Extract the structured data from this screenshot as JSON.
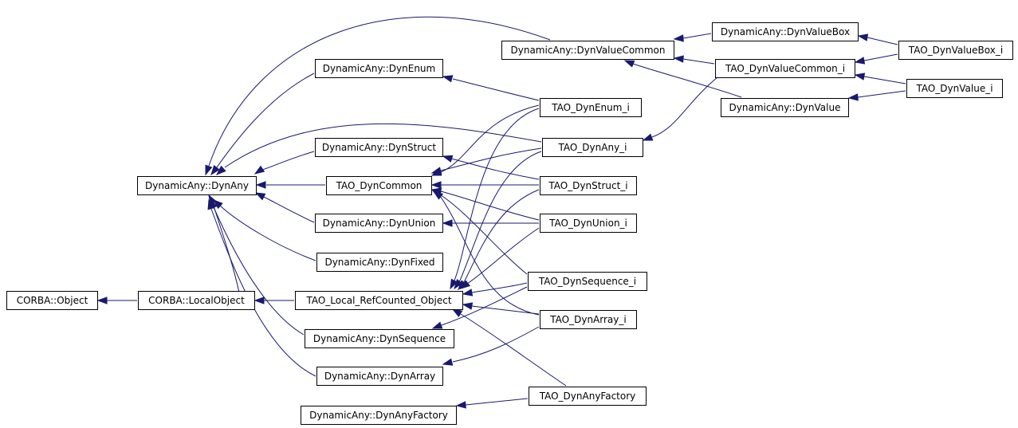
{
  "diagram": {
    "type": "class-inheritance-graph",
    "edge_color": "#191970",
    "node_border_color": "#000000",
    "nodes": [
      {
        "id": "corba_object",
        "label": "CORBA::Object"
      },
      {
        "id": "corba_localobject",
        "label": "CORBA::LocalObject"
      },
      {
        "id": "tao_local_refcounted",
        "label": "TAO_Local_RefCounted_Object"
      },
      {
        "id": "dynany",
        "label": "DynamicAny::DynAny"
      },
      {
        "id": "dynenum",
        "label": "DynamicAny::DynEnum"
      },
      {
        "id": "dynstruct",
        "label": "DynamicAny::DynStruct"
      },
      {
        "id": "tao_dyncommon",
        "label": "TAO_DynCommon"
      },
      {
        "id": "dynunion",
        "label": "DynamicAny::DynUnion"
      },
      {
        "id": "dynfixed",
        "label": "DynamicAny::DynFixed"
      },
      {
        "id": "dynsequence",
        "label": "DynamicAny::DynSequence"
      },
      {
        "id": "dynarray",
        "label": "DynamicAny::DynArray"
      },
      {
        "id": "dynanyfactory",
        "label": "DynamicAny::DynAnyFactory"
      },
      {
        "id": "dynvaluecommon",
        "label": "DynamicAny::DynValueCommon"
      },
      {
        "id": "dynvaluebox",
        "label": "DynamicAny::DynValueBox"
      },
      {
        "id": "dynvalue",
        "label": "DynamicAny::DynValue"
      },
      {
        "id": "tao_dynvaluecommon_i",
        "label": "TAO_DynValueCommon_i"
      },
      {
        "id": "tao_dynvaluebox_i",
        "label": "TAO_DynValueBox_i"
      },
      {
        "id": "tao_dynvalue_i",
        "label": "TAO_DynValue_i"
      },
      {
        "id": "tao_dynenum_i",
        "label": "TAO_DynEnum_i"
      },
      {
        "id": "tao_dynany_i",
        "label": "TAO_DynAny_i"
      },
      {
        "id": "tao_dynstruct_i",
        "label": "TAO_DynStruct_i"
      },
      {
        "id": "tao_dynunion_i",
        "label": "TAO_DynUnion_i"
      },
      {
        "id": "tao_dynsequence_i",
        "label": "TAO_DynSequence_i"
      },
      {
        "id": "tao_dynarray_i",
        "label": "TAO_DynArray_i"
      },
      {
        "id": "tao_dynanyfactory",
        "label": "TAO_DynAnyFactory"
      }
    ],
    "edges": [
      {
        "from": "corba_localobject",
        "to": "corba_object"
      },
      {
        "from": "tao_local_refcounted",
        "to": "corba_localobject"
      },
      {
        "from": "dynany",
        "to": "corba_localobject"
      },
      {
        "from": "dynenum",
        "to": "dynany"
      },
      {
        "from": "dynstruct",
        "to": "dynany"
      },
      {
        "from": "dynunion",
        "to": "dynany"
      },
      {
        "from": "dynfixed",
        "to": "dynany"
      },
      {
        "from": "dynsequence",
        "to": "dynany"
      },
      {
        "from": "dynarray",
        "to": "dynany"
      },
      {
        "from": "tao_dyncommon",
        "to": "dynany"
      },
      {
        "from": "dynvaluecommon",
        "to": "dynany"
      },
      {
        "from": "tao_dynany_i",
        "to": "dynany"
      },
      {
        "from": "dynvaluebox",
        "to": "dynvaluecommon"
      },
      {
        "from": "tao_dynvaluecommon_i",
        "to": "dynvaluecommon"
      },
      {
        "from": "dynvalue",
        "to": "dynvaluecommon"
      },
      {
        "from": "tao_dynvaluebox_i",
        "to": "dynvaluebox"
      },
      {
        "from": "tao_dynvaluebox_i",
        "to": "tao_dynvaluecommon_i"
      },
      {
        "from": "tao_dynvalue_i",
        "to": "tao_dynvaluecommon_i"
      },
      {
        "from": "tao_dynvalue_i",
        "to": "dynvalue"
      },
      {
        "from": "tao_dynvaluecommon_i",
        "to": "tao_dynany_i"
      },
      {
        "from": "tao_dynenum_i",
        "to": "dynenum"
      },
      {
        "from": "tao_dynenum_i",
        "to": "tao_dyncommon"
      },
      {
        "from": "tao_dynenum_i",
        "to": "tao_local_refcounted"
      },
      {
        "from": "tao_dynany_i",
        "to": "tao_dyncommon"
      },
      {
        "from": "tao_dynany_i",
        "to": "tao_local_refcounted"
      },
      {
        "from": "tao_dynstruct_i",
        "to": "dynstruct"
      },
      {
        "from": "tao_dynstruct_i",
        "to": "tao_dyncommon"
      },
      {
        "from": "tao_dynstruct_i",
        "to": "tao_local_refcounted"
      },
      {
        "from": "tao_dynunion_i",
        "to": "dynunion"
      },
      {
        "from": "tao_dynunion_i",
        "to": "tao_dyncommon"
      },
      {
        "from": "tao_dynunion_i",
        "to": "tao_local_refcounted"
      },
      {
        "from": "tao_dynsequence_i",
        "to": "dynsequence"
      },
      {
        "from": "tao_dynsequence_i",
        "to": "tao_dyncommon"
      },
      {
        "from": "tao_dynsequence_i",
        "to": "tao_local_refcounted"
      },
      {
        "from": "tao_dynarray_i",
        "to": "dynarray"
      },
      {
        "from": "tao_dynarray_i",
        "to": "tao_dyncommon"
      },
      {
        "from": "tao_dynarray_i",
        "to": "tao_local_refcounted"
      },
      {
        "from": "tao_dynanyfactory",
        "to": "dynanyfactory"
      },
      {
        "from": "tao_dynanyfactory",
        "to": "tao_local_refcounted"
      }
    ]
  }
}
